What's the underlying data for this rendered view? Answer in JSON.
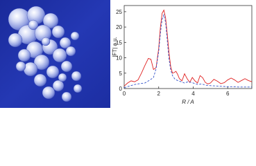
{
  "sem_image": {
    "description_icon": "microsphere-cluster-image"
  },
  "chart_data": {
    "type": "line",
    "xlabel": "R / A",
    "ylabel": "|FT| a.u.",
    "xlim": [
      0,
      7.4
    ],
    "ylim": [
      0,
      27
    ],
    "xticks": [
      0,
      2,
      4,
      6
    ],
    "yticks": [
      0,
      5,
      10,
      15,
      20,
      25
    ],
    "grid": false,
    "series": [
      {
        "color": "#e02020",
        "style": "solid",
        "x": [
          0.0,
          0.2,
          0.4,
          0.6,
          0.8,
          1.0,
          1.2,
          1.4,
          1.55,
          1.7,
          1.85,
          2.0,
          2.1,
          2.2,
          2.3,
          2.4,
          2.5,
          2.6,
          2.7,
          2.8,
          2.9,
          3.0,
          3.1,
          3.2,
          3.35,
          3.5,
          3.65,
          3.8,
          3.95,
          4.1,
          4.25,
          4.4,
          4.55,
          4.7,
          4.85,
          5.0,
          5.2,
          5.4,
          5.6,
          5.8,
          6.0,
          6.2,
          6.4,
          6.6,
          6.8,
          7.0,
          7.2,
          7.4
        ],
        "values": [
          0.8,
          1.8,
          2.5,
          2.2,
          2.8,
          5.0,
          7.5,
          9.8,
          9.5,
          6.2,
          6.8,
          13.0,
          20.0,
          24.5,
          25.5,
          23.0,
          17.5,
          11.5,
          7.0,
          5.0,
          5.2,
          5.6,
          4.6,
          3.2,
          2.5,
          4.8,
          3.2,
          2.0,
          3.6,
          2.5,
          1.8,
          4.2,
          3.5,
          2.0,
          1.5,
          1.8,
          3.0,
          2.4,
          1.6,
          1.9,
          2.8,
          3.4,
          2.8,
          2.0,
          2.6,
          3.2,
          2.6,
          2.2
        ]
      },
      {
        "color": "#3050c8",
        "style": "dashed",
        "x": [
          0.0,
          0.3,
          0.6,
          0.9,
          1.2,
          1.5,
          1.7,
          1.85,
          2.0,
          2.1,
          2.2,
          2.3,
          2.4,
          2.5,
          2.6,
          2.7,
          2.8,
          2.95,
          3.1,
          3.3,
          3.5,
          3.7,
          3.9,
          4.1,
          4.3,
          4.5,
          4.7,
          4.9,
          5.1,
          5.4,
          5.7,
          6.0,
          6.3,
          6.6,
          6.9,
          7.2,
          7.4
        ],
        "values": [
          0.3,
          0.8,
          1.3,
          1.6,
          1.8,
          2.8,
          3.6,
          6.5,
          12.0,
          18.0,
          22.5,
          24.0,
          21.5,
          15.5,
          9.5,
          6.0,
          4.2,
          3.0,
          2.6,
          2.2,
          1.8,
          2.2,
          2.0,
          1.6,
          1.3,
          1.5,
          1.1,
          1.0,
          0.9,
          0.8,
          0.7,
          0.6,
          0.6,
          0.5,
          0.5,
          0.5,
          0.5
        ]
      }
    ]
  }
}
